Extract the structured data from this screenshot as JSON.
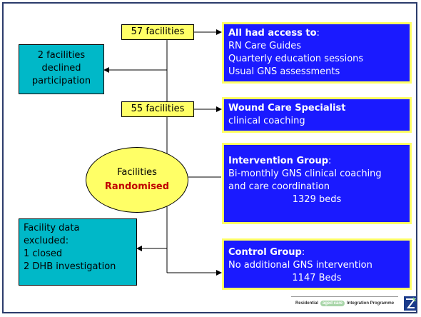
{
  "top_count": "57 facilities",
  "mid_count": "55 facilities",
  "declined": [
    "2 facilities",
    "declined",
    "participation"
  ],
  "access": {
    "heading": "All had access to",
    "colon": ":",
    "lines": [
      "RN Care Guides",
      "Quarterly education sessions",
      "Usual GNS assessments"
    ]
  },
  "wound": {
    "heading": "Wound Care Specialist",
    "line": "clinical coaching"
  },
  "randomised": {
    "line1": "Facilities",
    "line2": "Randomised"
  },
  "intervention": {
    "heading": "Intervention Group",
    "colon": ":",
    "lines": [
      "Bi-monthly GNS clinical coaching",
      "and care coordination"
    ],
    "beds": "1329 beds"
  },
  "control": {
    "heading": "Control Group",
    "colon": ":",
    "line": "No additional GNS intervention",
    "beds": "1147 Beds"
  },
  "excluded": [
    "Facility data",
    "excluded:",
    "1 closed",
    "2 DHB investigation"
  ],
  "footer": {
    "left": "Residential",
    "pill": "aged care",
    "right": "Integration Programme"
  },
  "colors": {
    "count_fill": "#ffff66",
    "blue_fill": "#1a1aff",
    "teal_fill": "#00b8c8",
    "accent_red": "#c00000",
    "frame": "#2b3b6b"
  }
}
